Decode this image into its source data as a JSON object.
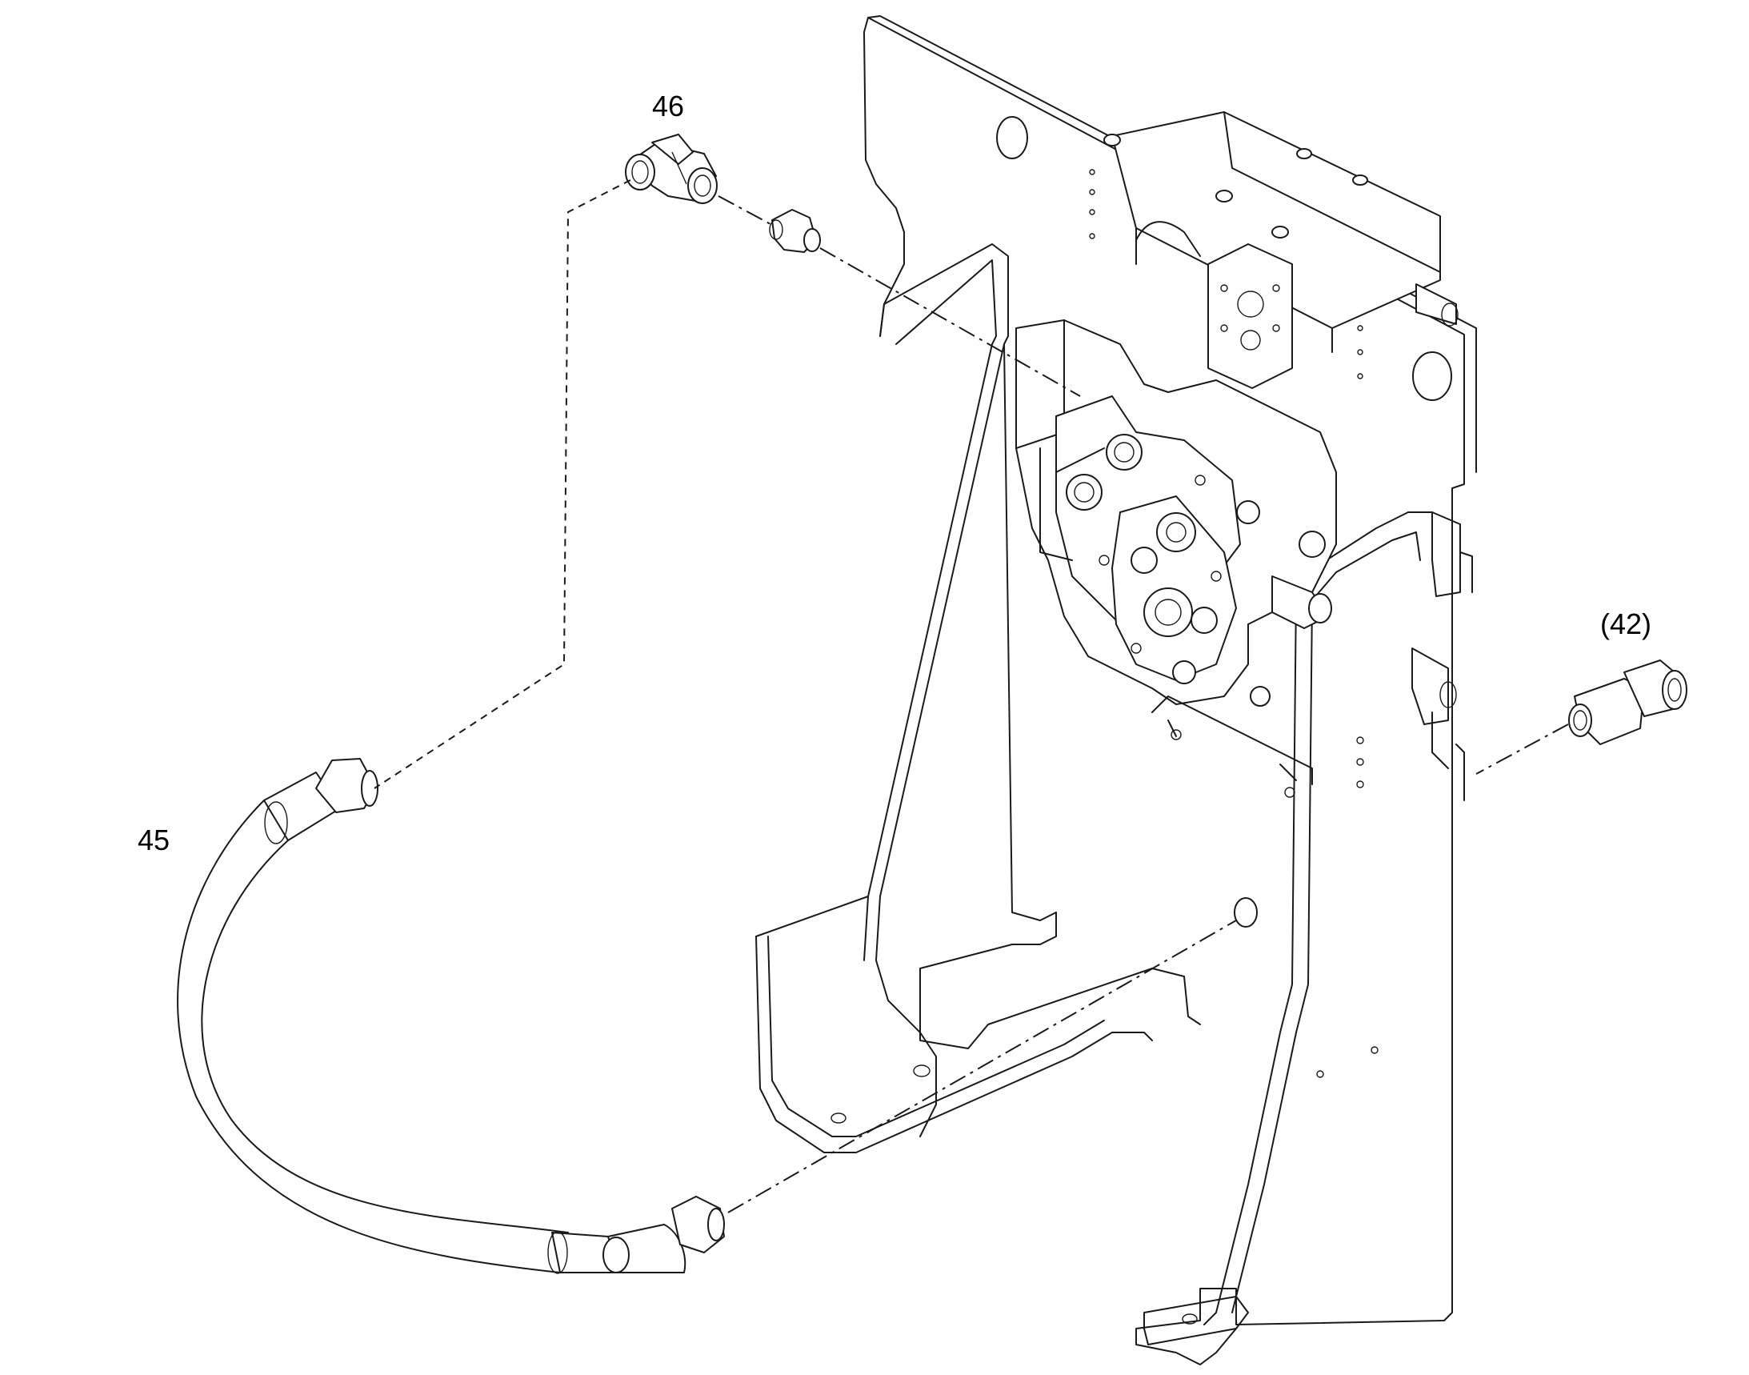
{
  "callouts": {
    "part_46": "46",
    "part_45": "45",
    "part_42": "(42)"
  },
  "colors": {
    "line": "#1a1a1a",
    "background": "#ffffff"
  }
}
